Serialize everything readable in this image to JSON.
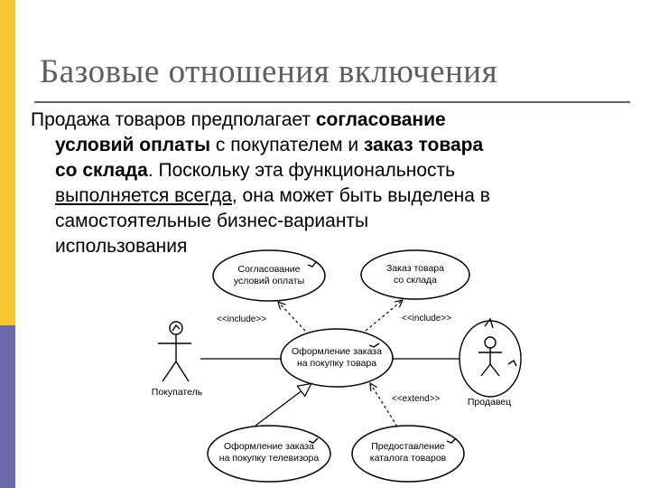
{
  "slide": {
    "title": "Базовые отношения включения",
    "body": {
      "l1_plain": "Продажа товаров предполагает ",
      "l1_bold": "согласование",
      "l2_bold_a": "условий оплаты",
      "l2_plain": " с покупателем и ",
      "l2_bold_b": "заказ товара",
      "l3_bold": "со склада",
      "l3_plain": ". Поскольку эта функциональность",
      "l4_under": "выполняется всегда",
      "l4_plain": ", она может быть выделена в",
      "l5": "самостоятельные бизнес-варианты",
      "l6": "использования"
    }
  },
  "diagram": {
    "use_cases": {
      "uc1_l1": "Согласование",
      "uc1_l2": "условий оплаты",
      "uc2_l1": "Заказ товара",
      "uc2_l2": "со склада",
      "uc3_l1": "Оформление заказа",
      "uc3_l2": "на покупку товара",
      "uc4_l1": "Оформление заказа",
      "uc4_l2": "на покупку телевизора",
      "uc5_l1": "Предоставление",
      "uc5_l2": "каталога товаров"
    },
    "actors": {
      "buyer": "Покупатель",
      "seller": "Продавец"
    },
    "stereotypes": {
      "include_left": "<<include>>",
      "include_right": "<<include>>",
      "extend": "<<extend>>"
    }
  },
  "colors": {
    "sidebar_top": "#f7c531",
    "sidebar_bottom": "#6a6aa8",
    "title_text": "#5e5e5e",
    "title_rule": "#5c5c88"
  }
}
